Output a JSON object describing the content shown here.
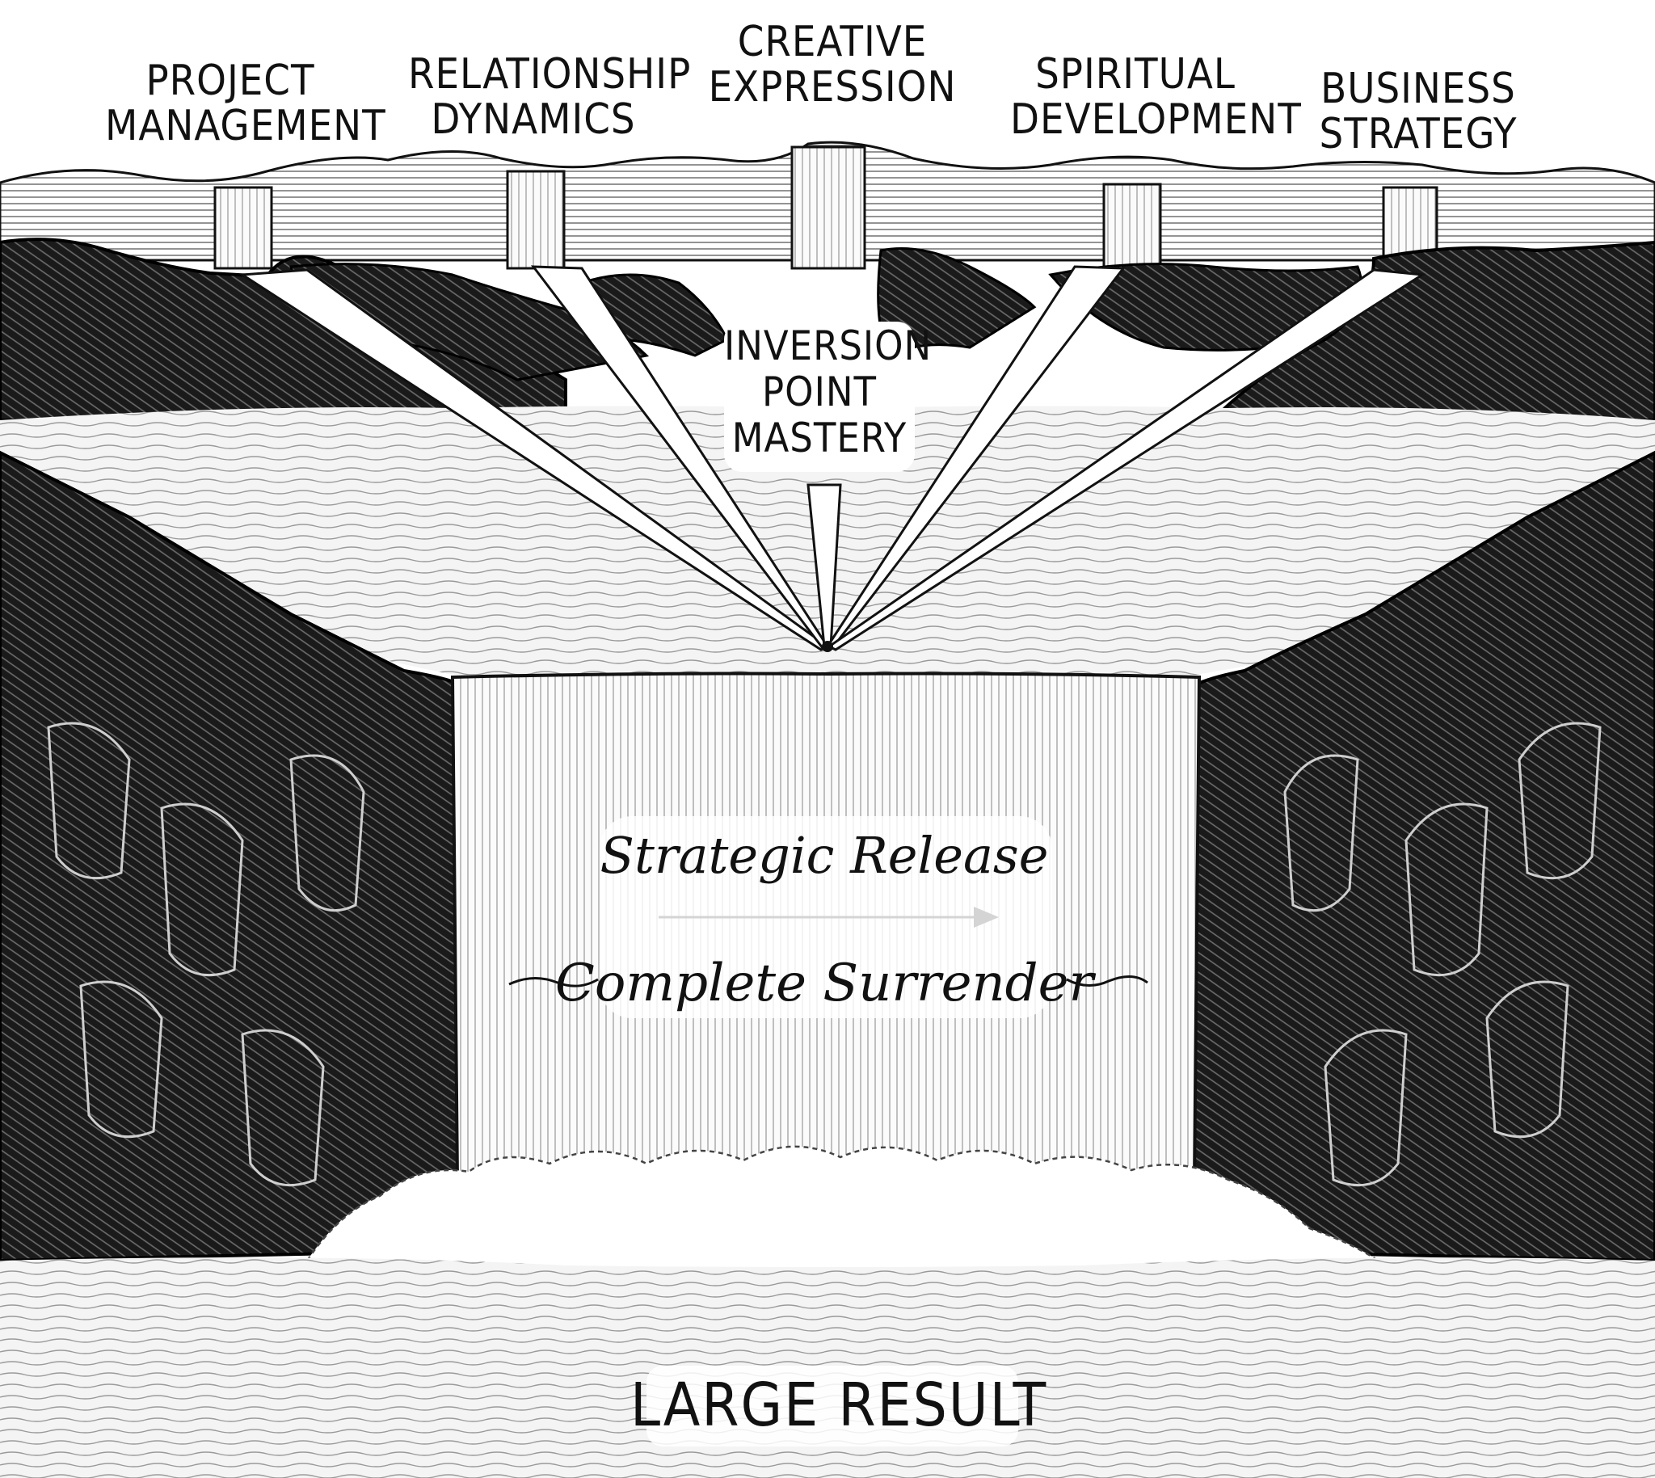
{
  "diagram": {
    "source_streams": [
      {
        "line1": "PROJECT",
        "line2": "MANAGEMENT"
      },
      {
        "line1": "RELATIONSHIP",
        "line2": "DYNAMICS"
      },
      {
        "line1": "CREATIVE",
        "line2": "EXPRESSION"
      },
      {
        "line1": "SPIRITUAL",
        "line2": "DEVELOPMENT"
      },
      {
        "line1": "BUSINESS",
        "line2": "STRATEGY"
      }
    ],
    "convergence": {
      "line1": "INVERSION",
      "line2": "POINT",
      "line3": "MASTERY"
    },
    "transition": {
      "from": "Strategic Release",
      "to": "Complete Surrender"
    },
    "outcome": "LARGE RESULT"
  },
  "colors": {
    "ink": "#111111",
    "paper": "#ffffff",
    "water": "#e9e9e9"
  },
  "icons": [
    "mountain-ridge-icon",
    "waterfall-icon",
    "rock-cliff-icon",
    "right-arrow-icon"
  ]
}
